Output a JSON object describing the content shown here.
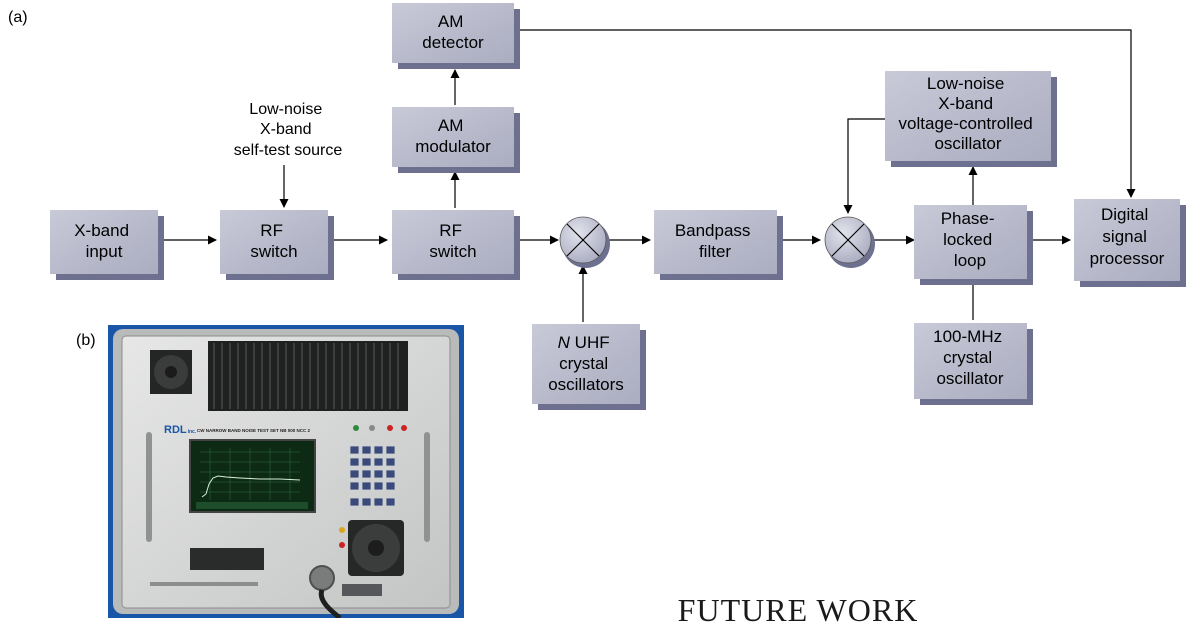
{
  "figure": {
    "label_a": "(a)",
    "label_b": "(b)"
  },
  "blocks": {
    "xband_input": [
      "X-band",
      "input"
    ],
    "rf_switch_1": [
      "RF",
      "switch"
    ],
    "rf_switch_2": [
      "RF",
      "switch"
    ],
    "am_modulator": [
      "AM",
      "modulator"
    ],
    "am_detector": [
      "AM",
      "detector"
    ],
    "bandpass_filter": [
      "Bandpass",
      "filter"
    ],
    "uhf_oscillators": {
      "italic": "N",
      "line1_rest": " UHF",
      "line2": "crystal",
      "line3": "oscillators"
    },
    "lownoise_vco": [
      "Low-noise",
      "X-band",
      "voltage-controlled",
      "oscillator"
    ],
    "pll": [
      "Phase-",
      "locked",
      "loop"
    ],
    "crystal_100mhz": [
      "100-MHz",
      "crystal",
      "oscillator"
    ],
    "dsp": [
      "Digital",
      "signal",
      "processor"
    ]
  },
  "annotations": {
    "self_test": [
      "Low-noise",
      "X-band",
      "self-test source"
    ]
  },
  "photo": {
    "brand": "RDL",
    "brand_suffix": "inc.",
    "title_strip": "CW NARROW BAND NOISE TEST SET NB 000 NCC 2"
  },
  "section_heading": "FUTURE WORK",
  "colors": {
    "block_fill": "#b6b8ca",
    "block_shadow": "#6e7090",
    "mixer_fill": "#c4c6d6",
    "arrow": "#000000",
    "screen_bg": "#0d2a14",
    "screen_trace": "#d8f0d8",
    "photo_frame": "#1a56a8"
  }
}
